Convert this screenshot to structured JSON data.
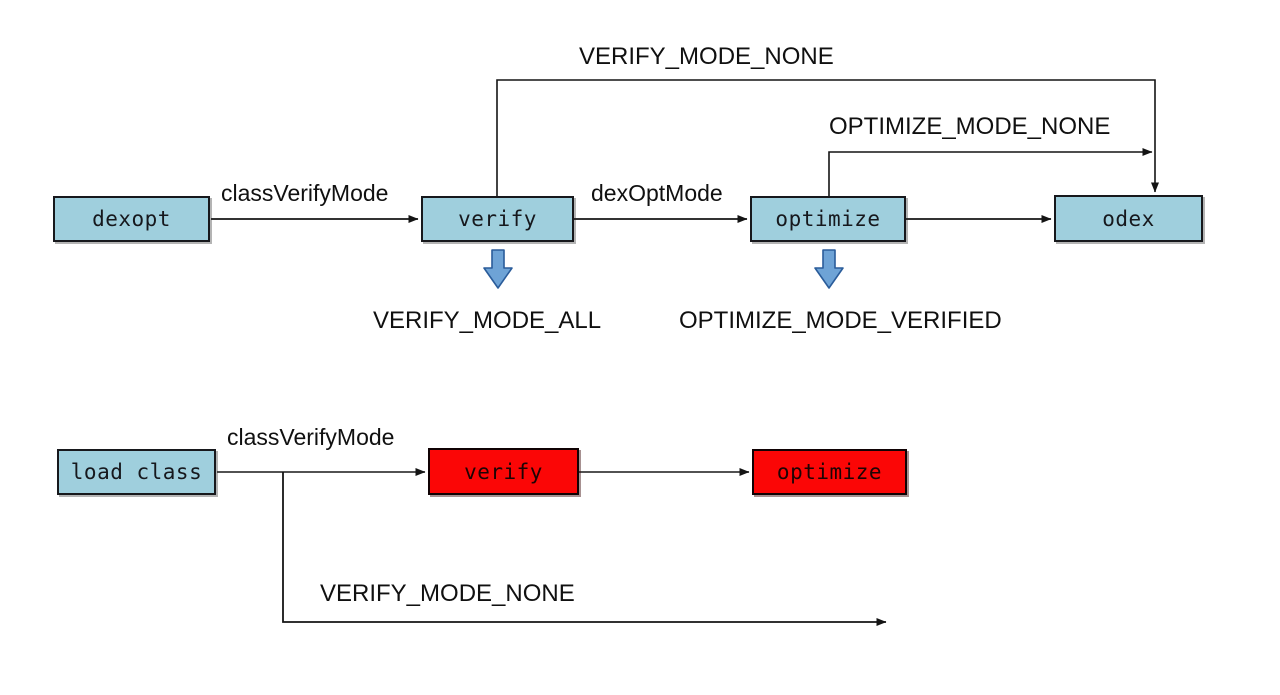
{
  "diagram": {
    "title": "dexopt verify/optimize mode flow",
    "background": "#ffffff",
    "colors": {
      "node_blue_fill": "#9fcfdd",
      "node_red_fill": "#fb0606",
      "node_border": "#17181c",
      "line": "#141414",
      "block_arrow_fill": "#6ea3d6",
      "block_arrow_border": "#2a5c9a",
      "text": "#101010"
    }
  },
  "top_flow": {
    "nodes": [
      {
        "id": "dexopt",
        "label": "dexopt",
        "style": "blue"
      },
      {
        "id": "verify",
        "label": "verify",
        "style": "blue"
      },
      {
        "id": "optimize",
        "label": "optimize",
        "style": "blue"
      },
      {
        "id": "odex",
        "label": "odex",
        "style": "blue"
      }
    ],
    "edge_labels": [
      {
        "id": "class-verify-mode",
        "text": "classVerifyMode"
      },
      {
        "id": "dex-opt-mode",
        "text": "dexOptMode"
      },
      {
        "id": "verify-mode-none",
        "text": "VERIFY_MODE_NONE"
      },
      {
        "id": "optimize-mode-none",
        "text": "OPTIMIZE_MODE_NONE"
      }
    ],
    "mode_callouts": [
      {
        "id": "verify-mode-all",
        "text": "VERIFY_MODE_ALL"
      },
      {
        "id": "optimize-mode-verified",
        "text": "OPTIMIZE_MODE_VERIFIED"
      }
    ]
  },
  "bottom_flow": {
    "nodes": [
      {
        "id": "load-class",
        "label": "load class",
        "style": "blue"
      },
      {
        "id": "verify",
        "label": "verify",
        "style": "red"
      },
      {
        "id": "optimize",
        "label": "optimize",
        "style": "red"
      }
    ],
    "edge_labels": [
      {
        "id": "class-verify-mode",
        "text": "classVerifyMode"
      },
      {
        "id": "verify-mode-none",
        "text": "VERIFY_MODE_NONE"
      }
    ]
  }
}
